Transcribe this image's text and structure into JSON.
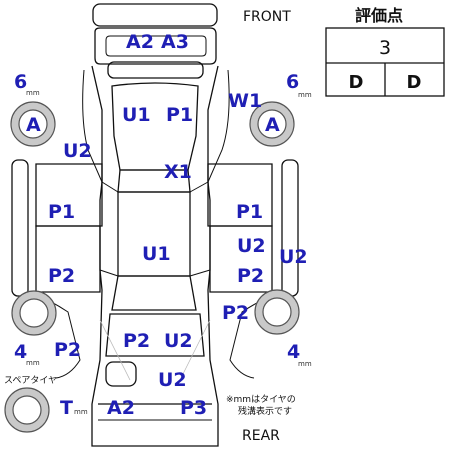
{
  "labels": {
    "front": "FRONT",
    "rear": "REAR"
  },
  "note": {
    "line1": "※mmはタイヤの",
    "line2": "残溝表示です"
  },
  "grade": {
    "title": "評価点",
    "score": "3",
    "interior": "D",
    "exterior": "D"
  },
  "tires": {
    "front_left": {
      "depth": "6",
      "unit": "mm",
      "mark": "A"
    },
    "front_right": {
      "depth": "6",
      "unit": "mm",
      "mark": "A"
    },
    "rear_left": {
      "depth": "4",
      "unit": "mm"
    },
    "rear_right": {
      "depth": "4",
      "unit": "mm"
    },
    "spare": {
      "label": "スペアタイヤ",
      "mark": "T",
      "unit": "mm"
    }
  },
  "marks": {
    "front_bumper_left": "A2",
    "front_bumper_right": "A3",
    "hood_left": "U1",
    "hood_right": "P1",
    "front_right_pillar": "W1",
    "left_front_fender": "U2",
    "roof_front": "X1",
    "left_front_door": "P1",
    "roof_center": "U1",
    "left_rear_door": "P2",
    "right_front_door": "P1",
    "right_rear_door_upper": "U2",
    "right_rear_door": "P2",
    "right_side_sill": "U2",
    "right_rear_fender": "P2",
    "trunk_left": "P2",
    "trunk_right": "U2",
    "left_rear_fender": "P2",
    "rear_panel": "U2",
    "rear_bumper_left": "A2",
    "rear_bumper_right": "P3"
  }
}
